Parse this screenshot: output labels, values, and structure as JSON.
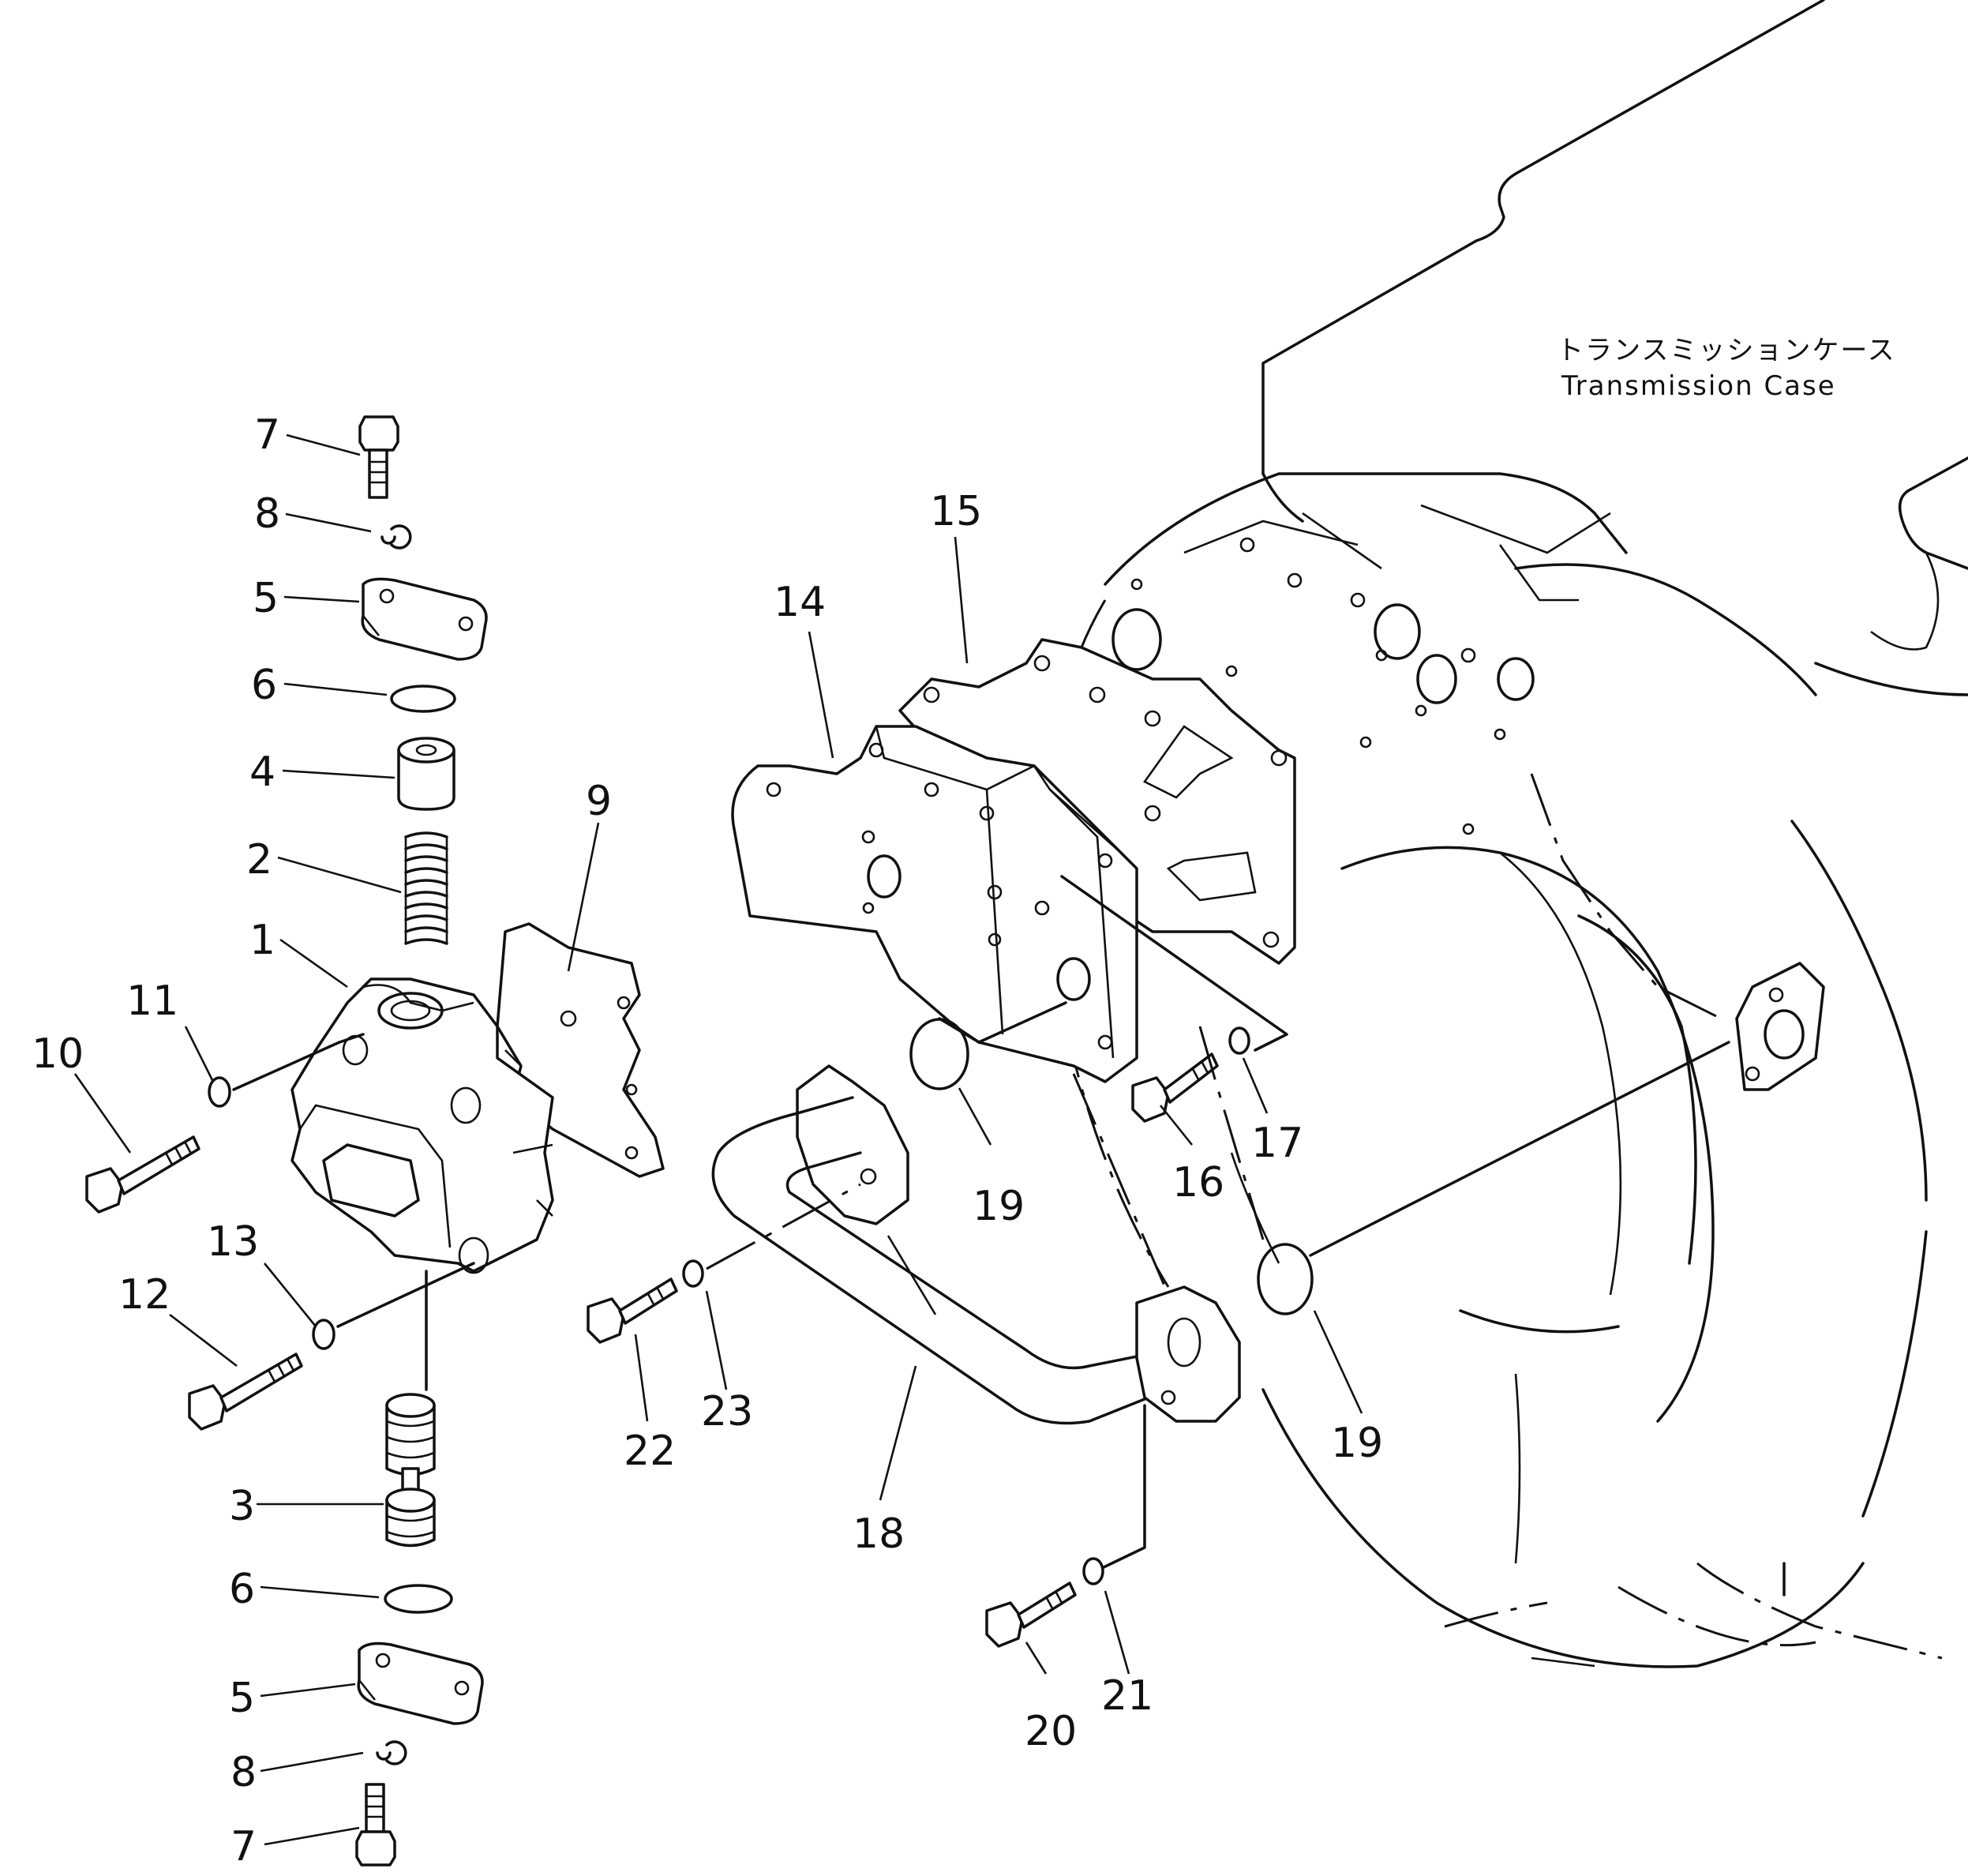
{
  "case_label": {
    "japanese": "トランスミッションケース",
    "english": "Transmission Case"
  },
  "callouts": [
    "7",
    "8",
    "5",
    "6",
    "4",
    "2",
    "9",
    "1",
    "11",
    "10",
    "13",
    "12",
    "3",
    "6",
    "5",
    "8",
    "7",
    "14",
    "15",
    "19",
    "16",
    "17",
    "23",
    "22",
    "18",
    "19",
    "20",
    "21"
  ]
}
